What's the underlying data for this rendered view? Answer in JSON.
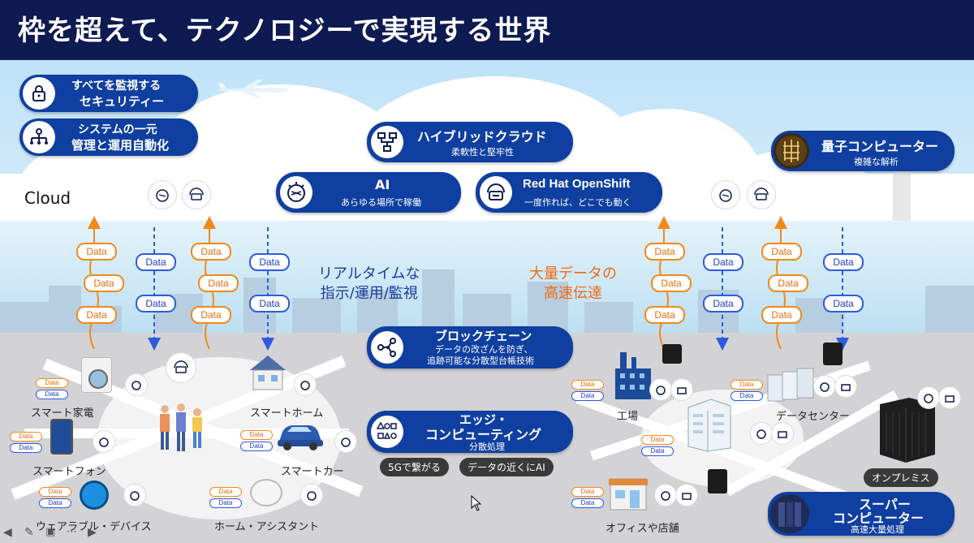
{
  "title": "枠を超えて、テクノロジーで実現する世界",
  "cloud_label": "Cloud",
  "data_label": "Data",
  "security": {
    "line1": "すべてを監視する",
    "line2": "セキュリティー"
  },
  "management": {
    "line1": "システムの一元",
    "line2": "管理と運用自動化"
  },
  "hybrid": {
    "title": "ハイブリッドクラウド",
    "sub": "柔軟性と堅牢性"
  },
  "ai": {
    "title": "AI",
    "sub": "あらゆる場所で稼働"
  },
  "openshift": {
    "title": "Red Hat OpenShift",
    "sub": "一度作れば、どこでも動く"
  },
  "quantum": {
    "title": "量子コンピューター",
    "sub": "複雑な解析"
  },
  "realtime": {
    "line1": "リアルタイムな",
    "line2": "指示/運用/監視"
  },
  "bigdata": {
    "line1": "大量データの",
    "line2": "高速伝達"
  },
  "blockchain": {
    "title": "ブロックチェーン",
    "sub1": "データの改ざんを防ぎ、",
    "sub2": "追跡可能な分散型台帳技術"
  },
  "edge": {
    "title1": "エッジ・",
    "title2": "コンピューティング",
    "sub": "分散処理"
  },
  "tags": {
    "fiveg": "5Gで繋がる",
    "neardata": "データの近くにAI"
  },
  "devices": {
    "appliance": "スマート家電",
    "home": "スマートホーム",
    "phone": "スマートフォン",
    "car": "スマートカー",
    "wearable": "ウェアラブル・デバイス",
    "assistant": "ホーム・アシスタント"
  },
  "sites": {
    "factory": "工場",
    "datacenter": "データセンター",
    "office": "オフィスや店舗",
    "onprem": "オンプレミス"
  },
  "supercomputer": {
    "line1": "スーパー",
    "line2": "コンピューター",
    "sub": "高速大量処理"
  },
  "colors": {
    "navy": "#0e1a52",
    "pill": "#0f3fa0",
    "orange": "#f08a1c",
    "blue": "#2f5ae0",
    "ground": "#d3d3d5"
  }
}
